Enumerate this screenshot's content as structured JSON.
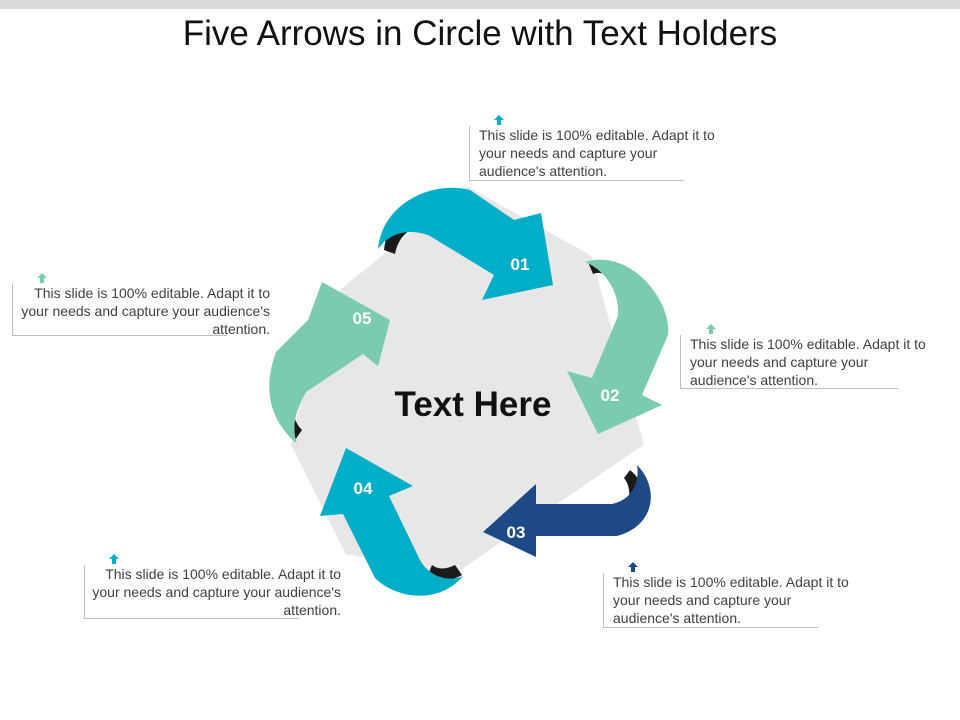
{
  "header": {
    "title": "Five Arrows in Circle with Text Holders"
  },
  "diagram": {
    "center_text": "Text Here",
    "steps": [
      {
        "number": "01",
        "color": "#00aec7",
        "text": "This slide is 100% editable. Adapt it to your needs and capture your audience's attention."
      },
      {
        "number": "02",
        "color": "#7acbb1",
        "text": "This slide is 100% editable. Adapt it to your needs and capture your audience's attention."
      },
      {
        "number": "03",
        "color": "#1d4a86",
        "text": "This slide is 100% editable. Adapt it to your needs and capture your audience's attention."
      },
      {
        "number": "04",
        "color": "#00aec7",
        "text": "This slide is 100% editable. Adapt it to your needs and capture your audience's attention."
      },
      {
        "number": "05",
        "color": "#7acbb1",
        "text": "This slide is 100% editable. Adapt it to your needs and capture your audience's attention."
      }
    ],
    "pentagon_color": "#e7e7e8"
  }
}
